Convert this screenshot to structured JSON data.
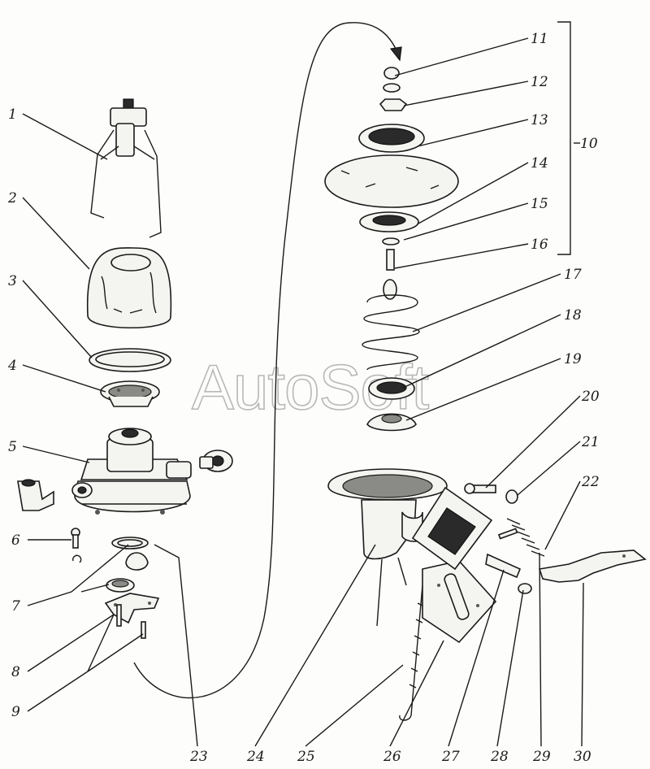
{
  "watermark": "AutoSoft",
  "callouts": [
    "1",
    "2",
    "3",
    "4",
    "5",
    "6",
    "7",
    "8",
    "9",
    "10",
    "11",
    "12",
    "13",
    "14",
    "15",
    "16",
    "17",
    "18",
    "19",
    "20",
    "21",
    "22",
    "23",
    "24",
    "25",
    "26",
    "27",
    "28",
    "29",
    "30"
  ],
  "colors": {
    "ink": "#1a1a1a",
    "paper": "#fdfdfb",
    "watermark": "#b8b8b8"
  }
}
